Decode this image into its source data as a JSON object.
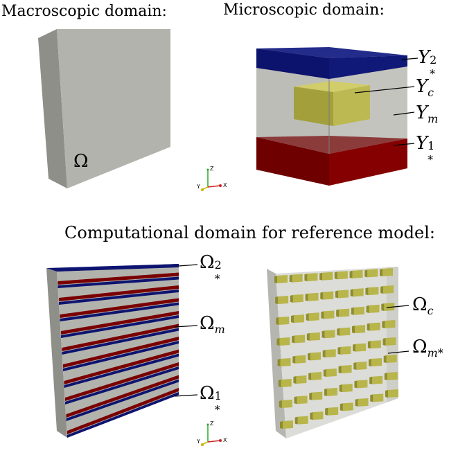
{
  "headings": {
    "macro": "Macroscopic domain:",
    "micro": "Microscopic domain:",
    "computational": "Computational domain for reference model:"
  },
  "labels": {
    "omega": "Ω",
    "y_star_2": {
      "base": "Y",
      "sub": "*",
      "sup": "2"
    },
    "y_c": {
      "base": "Y",
      "sub": "c"
    },
    "y_m": {
      "base": "Y",
      "sub": "m"
    },
    "y_star_1": {
      "base": "Y",
      "sub": "*",
      "sup": "1"
    },
    "omega_star_2": {
      "base": "Ω",
      "sub": "*",
      "sup": "2"
    },
    "omega_m": {
      "base": "Ω",
      "sub": "m"
    },
    "omega_star_1": {
      "base": "Ω",
      "sub": "*",
      "sup": "1"
    },
    "omega_c": {
      "base": "Ω",
      "sub": "c"
    },
    "omega_m_star": {
      "base": "Ω",
      "sub": "m*"
    }
  },
  "axes_triad": {
    "z": "Z",
    "y": "Y",
    "x": "X"
  },
  "colors": {
    "matrix_grey": "#b3b3ad",
    "matrix_grey_dark": "#8e8e88",
    "blue_layer": "#0d1470",
    "red_layer": "#7a0000",
    "inclusion_yellow": "#b8b54a",
    "inclusion_yellow_dark": "#8f8c2e"
  }
}
